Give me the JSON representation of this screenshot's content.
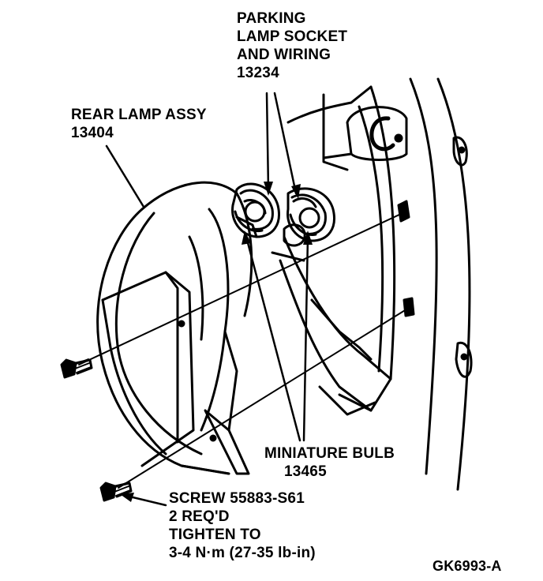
{
  "labels": {
    "parking_lamp": [
      "PARKING",
      "LAMP SOCKET",
      "AND WIRING",
      "13234"
    ],
    "rear_lamp": [
      "REAR LAMP ASSY",
      "13404"
    ],
    "miniature_bulb": [
      "MINIATURE BULB",
      "13465"
    ],
    "screw": [
      "SCREW 55883-S61",
      "2 REQ'D",
      "TIGHTEN TO",
      "3-4 N·m (27-35 lb-in)"
    ],
    "figure_code": "GK6993-A"
  }
}
